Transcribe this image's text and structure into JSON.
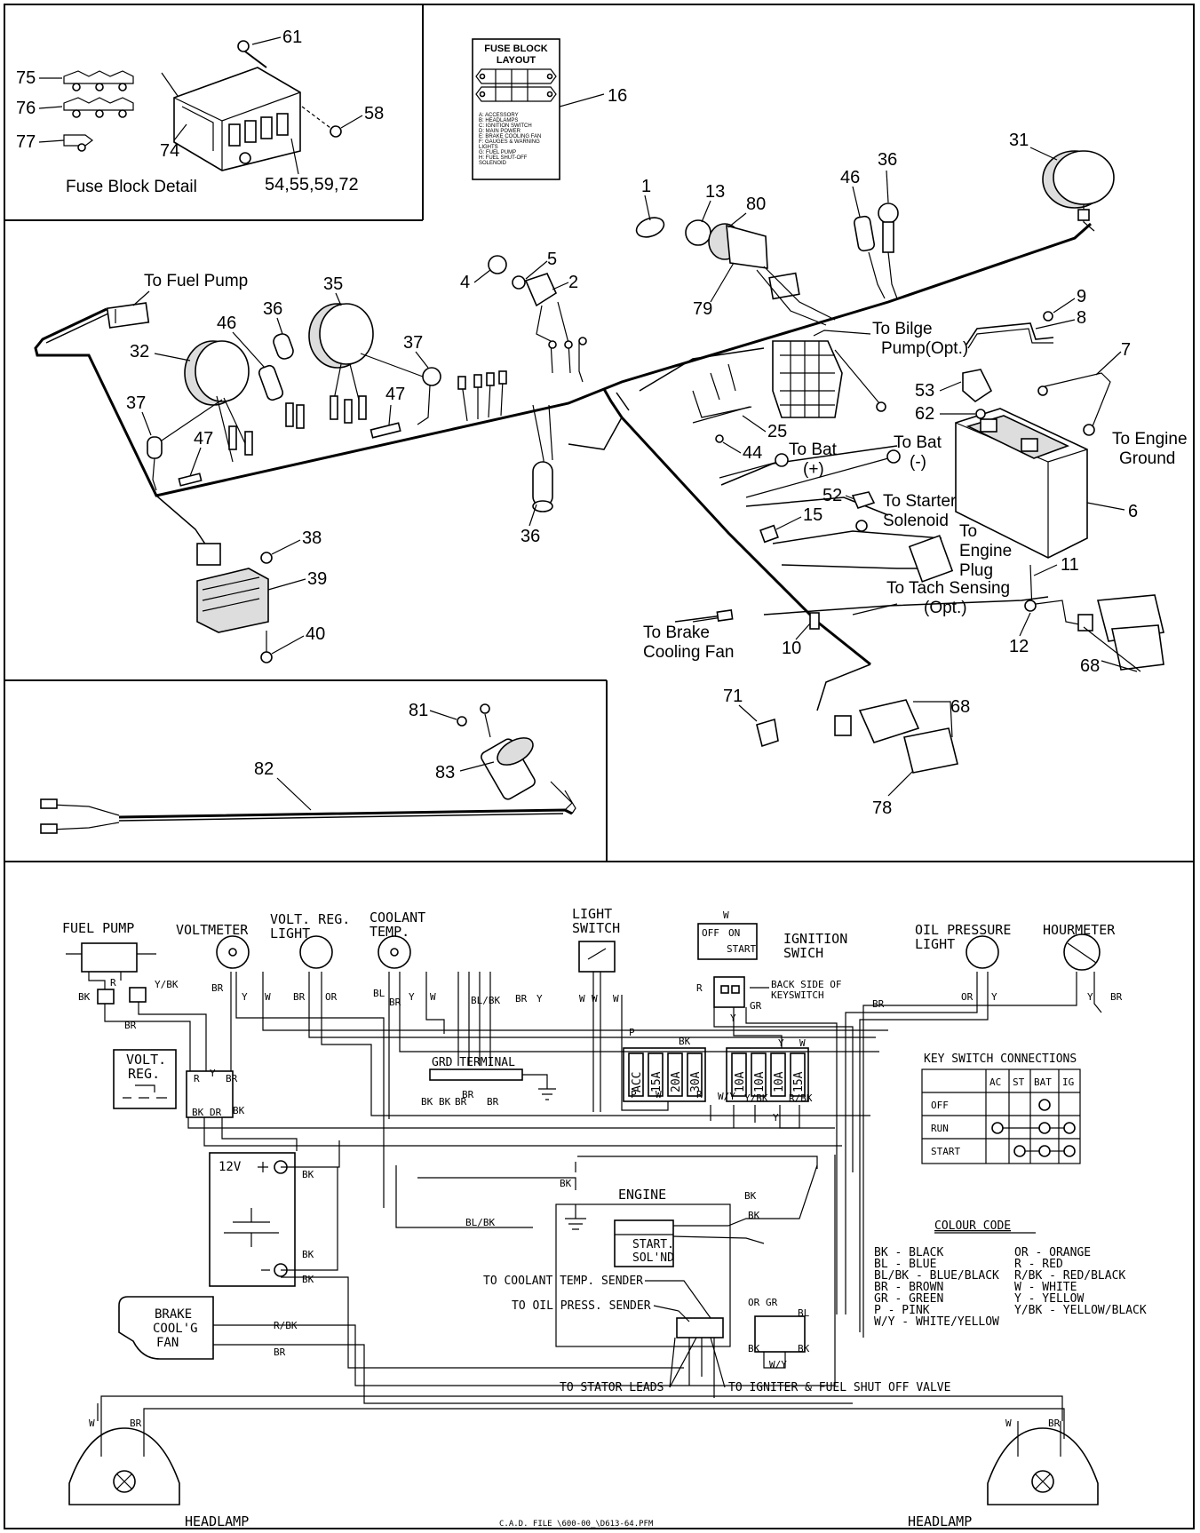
{
  "fuse_detail": {
    "title": "Fuse Block Detail",
    "callouts": [
      "61",
      "75",
      "76",
      "77",
      "74",
      "58",
      "54,55,59,72"
    ]
  },
  "fuse_layout": {
    "title_line1": "FUSE BLOCK",
    "title_line2": "LAYOUT",
    "callout": "16",
    "legend": [
      "A: ACCESSORY",
      "B: HEADLAMPS",
      "C: IGNITION SWITCH",
      "D: MAIN POWER",
      "E: BRAKE COOLING FAN",
      "F: GAUGES & WARNING",
      "   LIGHTS",
      "G: FUEL PUMP",
      "H: FUEL SHUT-OFF",
      "   SOLENOID"
    ]
  },
  "harness": {
    "labels": {
      "to_fuel_pump": "To Fuel Pump",
      "to_bilge_1": "To Bilge",
      "to_bilge_2": "Pump(Opt.)",
      "to_bat_pos_1": "To Bat",
      "to_bat_pos_2": "(+)",
      "to_bat_neg_1": "To Bat",
      "to_bat_neg_2": "(-)",
      "to_engine_ground_1": "To Engine",
      "to_engine_ground_2": "Ground",
      "to_starter_1": "To Starter",
      "to_starter_2": "Solenoid",
      "to_engine_plug_1": "To",
      "to_engine_plug_2": "Engine",
      "to_engine_plug_3": "Plug",
      "to_tach_1": "To Tach Sensing",
      "to_tach_2": "(Opt.)",
      "to_brake_fan_1": "To Brake",
      "to_brake_fan_2": "Cooling Fan"
    },
    "callouts": {
      "c1": "1",
      "c13": "13",
      "c80": "80",
      "c79": "79",
      "c46a": "46",
      "c36a": "36",
      "c31": "31",
      "c4": "4",
      "c5": "5",
      "c2": "2",
      "c35": "35",
      "c36b": "36",
      "c46b": "46",
      "c32": "32",
      "c37a": "37",
      "c37b": "37",
      "c47a": "47",
      "c47b": "47",
      "c36c": "36",
      "c38": "38",
      "c39": "39",
      "c40": "40",
      "c9": "9",
      "c8": "8",
      "c7": "7",
      "c53": "53",
      "c62": "62",
      "c25": "25",
      "c44": "44",
      "c52": "52",
      "c15": "15",
      "c6": "6",
      "c11": "11",
      "c12": "12",
      "c10": "10",
      "c68a": "68",
      "c68b": "68",
      "c71": "71",
      "c78": "78"
    }
  },
  "tach_kit": {
    "callouts": {
      "c81": "81",
      "c82": "82",
      "c83": "83"
    }
  },
  "schematic": {
    "components": {
      "fuel_pump": "FUEL PUMP",
      "voltmeter": "VOLTMETER",
      "volt_reg_light_1": "VOLT. REG.",
      "volt_reg_light_2": "LIGHT",
      "coolant_temp_1": "COOLANT",
      "coolant_temp_2": "TEMP.",
      "light_switch_1": "LIGHT",
      "light_switch_2": "SWITCH",
      "ignition_1": "IGNITION",
      "ignition_2": "SWICH",
      "oil_pressure_1": "OIL PRESSURE",
      "oil_pressure_2": "LIGHT",
      "hourmeter": "HOURMETER",
      "volt_reg_1": "VOLT.",
      "volt_reg_2": "REG.",
      "grd_terminal": "GRD TERMINAL",
      "battery": "12V",
      "engine": "ENGINE",
      "start_solnd_1": "START.",
      "start_solnd_2": "SOL'ND",
      "brake_fan_1": "BRAKE",
      "brake_fan_2": "COOL'G",
      "brake_fan_3": "FAN",
      "headlamp_left": "HEADLAMP",
      "headlamp_right": "HEADLAMP",
      "back_side_1": "BACK SIDE OF",
      "back_side_2": "KEYSWITCH",
      "to_coolant_sender": "TO COOLANT TEMP. SENDER",
      "to_oil_sender": "TO OIL PRESS. SENDER",
      "to_stator": "TO STATOR LEADS",
      "to_igniter": "TO IGNITER & FUEL SHUT OFF VALVE",
      "cad_file": "C.A.D. FILE \\600-00_\\D613-64.PFM"
    },
    "ignition_positions": {
      "off": "OFF",
      "on": "ON",
      "start": "START",
      "w": "W"
    },
    "fuses_left": [
      "ACC",
      "15A",
      "20A",
      "30A"
    ],
    "fuses_right": [
      "10A",
      "10A",
      "10A",
      "15A"
    ],
    "wire_labels": {
      "w1": "BK",
      "w2": "R",
      "w3": "Y/BK",
      "w4": "BR",
      "w5": "BR",
      "w6": "Y",
      "w7": "W",
      "w8": "BR",
      "w9": "OR",
      "w10": "BL",
      "w11": "BR",
      "w12": "Y",
      "w13": "W",
      "w14": "BL/BK",
      "w15": "BR",
      "w16": "Y",
      "w17": "W",
      "w18": "W",
      "w19": "W",
      "w20": "R",
      "w21": "GR",
      "w22": "Y",
      "w23": "BR",
      "w24": "OR",
      "w25": "Y",
      "w26": "Y",
      "w27": "BR",
      "w28": "P",
      "w29": "BK",
      "w30": "Y",
      "w31": "W",
      "w32": "R",
      "w33": "Y",
      "w34": "BK",
      "w35": "BR",
      "w36": "BK",
      "w37": "DR",
      "w38": "BK",
      "w39": "BK",
      "w40": "BR",
      "w41": "BR",
      "w42": "BR",
      "w43": "P",
      "w44": "W",
      "w45": "R",
      "w46": "W/Y",
      "w47": "Y/BK",
      "w48": "R/BK",
      "w49": "Y",
      "w50": "BK",
      "w51": "BL/BK",
      "w52": "BK",
      "w53": "BK",
      "w54": "BK",
      "w55": "BK",
      "w56": "R/BK",
      "w57": "BR",
      "w58": "OR",
      "w59": "GR",
      "w60": "BL",
      "w61": "BK",
      "w62": "BK",
      "w63": "W/Y",
      "w64": "W",
      "w65": "BR",
      "w66": "W",
      "w67": "BR",
      "w68": "BK"
    },
    "key_table": {
      "title": "KEY SWITCH CONNECTIONS",
      "headers": [
        "",
        "AC",
        "ST",
        "BAT",
        "IG"
      ],
      "rows": [
        {
          "label": "OFF"
        },
        {
          "label": "RUN"
        },
        {
          "label": "START"
        }
      ]
    },
    "colour_code": {
      "title": "COLOUR CODE",
      "left": [
        "BK - BLACK",
        "BL - BLUE",
        "BL/BK - BLUE/BLACK",
        "BR - BROWN",
        "GR - GREEN",
        "P - PINK",
        "W/Y - WHITE/YELLOW"
      ],
      "right": [
        "OR - ORANGE",
        "R - RED",
        "R/BK - RED/BLACK",
        "W - WHITE",
        "Y - YELLOW",
        "Y/BK - YELLOW/BLACK"
      ]
    }
  }
}
